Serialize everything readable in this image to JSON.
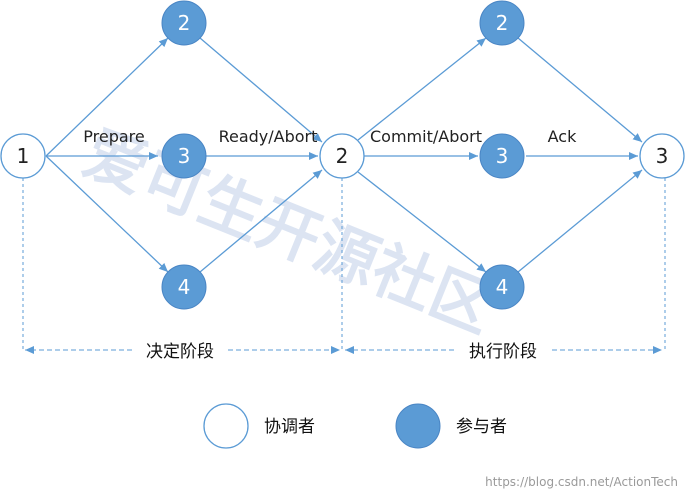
{
  "colors": {
    "participant_fill": "#5b9bd5",
    "participant_stroke": "#4a86c5",
    "coordinator_fill": "#ffffff",
    "coordinator_stroke": "#5b9bd5",
    "edge": "#5b9bd5"
  },
  "nodes": {
    "coord_start": "1",
    "coord_mid": "2",
    "coord_end": "3",
    "p1_top": "2",
    "p1_mid": "3",
    "p1_bot": "4",
    "p2_top": "2",
    "p2_mid": "3",
    "p2_bot": "4"
  },
  "edge_labels": {
    "prepare": "Prepare",
    "ready_abort": "Ready/Abort",
    "commit_abort": "Commit/Abort",
    "ack": "Ack"
  },
  "phases": {
    "decision": "决定阶段",
    "execution": "执行阶段"
  },
  "legend": {
    "coordinator": "协调者",
    "participant": "参与者"
  },
  "watermark": "爱可生开源社区",
  "credit": "https://blog.csdn.net/ActionTech"
}
